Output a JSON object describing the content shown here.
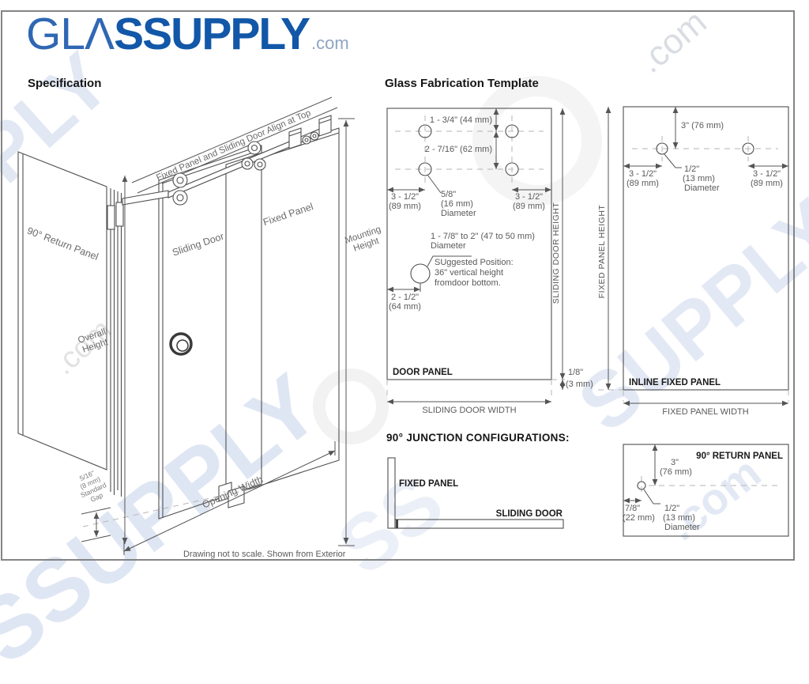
{
  "logo": {
    "part1": "GL",
    "part2": "Λ",
    "part3": "SSUPPLY",
    "suffix": ".com"
  },
  "headings": {
    "specification": "Specification",
    "fabrication": "Glass Fabrication Template",
    "junction": "90° JUNCTION CONFIGURATIONS:"
  },
  "colors": {
    "brand_blue": "#1257a8",
    "line_gray": "#555555",
    "watermark_blue": "#3864b4",
    "frame_gray": "#848484"
  },
  "spec_drawing": {
    "track_label": "Fixed Panel and Sliding Door Align at Top",
    "return_panel_label": "90° Return Panel",
    "sliding_door_label": "Sliding Door",
    "fixed_panel_label": "Fixed Panel",
    "mounting_height_1": "Mounting",
    "mounting_height_2": "Height",
    "overall_height_1": "Overall",
    "overall_height_2": "Height",
    "opening_width_label": "Opening Width",
    "gap_1": "5/16\"",
    "gap_2": "(8 mm)",
    "gap_3": "Standard",
    "gap_4": "Gap",
    "footnote": "Drawing not to scale. Shown from Exterior"
  },
  "door_panel": {
    "dim_top": "1 - 3/4\" (44 mm)",
    "dim_second": "2 - 7/16\" (62 mm)",
    "dim_left_1": "3 - 1/2\"",
    "dim_left_2": "(89 mm)",
    "hole_dia_1": "5/8\"",
    "hole_dia_2": "(16 mm)",
    "hole_dia_3": "Diameter",
    "dim_right_1": "3 - 1/2\"",
    "dim_right_2": "(89 mm)",
    "handle_dia_1": "1 - 7/8\" to 2\" (47 to 50 mm)",
    "handle_dia_2": "Diameter",
    "suggested_1": "SUggested Position:",
    "suggested_2": "36\" vertical height",
    "suggested_3": "fromdoor bottom.",
    "handle_offset_1": "2 - 1/2\"",
    "handle_offset_2": "(64 mm)",
    "label": "DOOR PANEL",
    "width_label": "SLIDING DOOR WIDTH",
    "height_label": "SLIDING DOOR HEIGHT",
    "gap_1": "1/8\"",
    "gap_2": "(3 mm)"
  },
  "fixed_panel": {
    "dim_top": "3\" (76 mm)",
    "dim_left_1": "3 - 1/2\"",
    "dim_left_2": "(89 mm)",
    "hole_dia_1": "1/2\"",
    "hole_dia_2": "(13 mm)",
    "hole_dia_3": "Diameter",
    "dim_right_1": "3 - 1/2\"",
    "dim_right_2": "(89 mm)",
    "label": "INLINE FIXED PANEL",
    "width_label": "FIXED PANEL WIDTH",
    "height_label": "FIXED PANEL HEIGHT"
  },
  "junction": {
    "fixed_panel_label": "FIXED PANEL",
    "sliding_door_label": "SLIDING DOOR"
  },
  "return_panel_template": {
    "label": "90° RETURN PANEL",
    "dim_top_1": "3\"",
    "dim_top_2": "(76 mm)",
    "dim_left_1": "7/8\"",
    "dim_left_2": "(22 mm)",
    "hole_dia_1": "1/2\"",
    "hole_dia_2": "(13 mm)",
    "hole_dia_3": "Diameter"
  },
  "watermarks": {
    "wm1": "PLY",
    "wm2": ".com",
    "wm3": "SSUPPLY",
    "wm4": ".com",
    "wm5": "SUPPLY",
    "wm6": ".com",
    "wm7": "SS"
  }
}
